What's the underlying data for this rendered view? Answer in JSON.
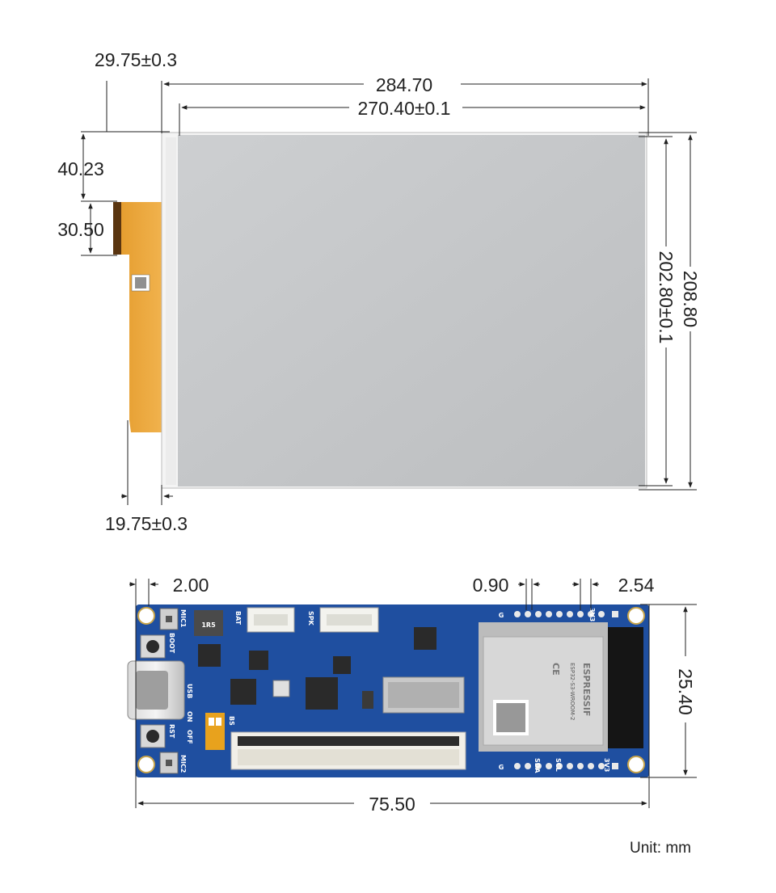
{
  "display": {
    "width_overall": "284.70",
    "width_active": "270.40±0.1",
    "left_offset_top": "29.75±0.3",
    "left_offset_bottom": "19.75±0.3",
    "fpc_offset_top": "40.23",
    "fpc_width": "30.50",
    "height_overall": "208.80",
    "height_active": "202.80±0.1"
  },
  "board": {
    "hole_offset": "2.00",
    "pin_width": "0.90",
    "pin_pitch": "2.54",
    "height": "25.40",
    "width": "75.50",
    "silkscreen": {
      "mic1": "MIC1",
      "mic2": "MIC2",
      "boot": "BOOT",
      "rst": "RST",
      "usb": "USB",
      "on": "ON",
      "off": "OFF",
      "bs": "BS",
      "bat": "BAT",
      "spk": "SPK",
      "inductor": "1R5",
      "sda": "SDA",
      "scl": "SCL",
      "v33": "3V3",
      "g": "G"
    },
    "module": {
      "brand": "ESPRESSIF",
      "model": "ESP32-S3-WROOM-2",
      "ce": "CE"
    }
  },
  "unit_note": "Unit: mm"
}
